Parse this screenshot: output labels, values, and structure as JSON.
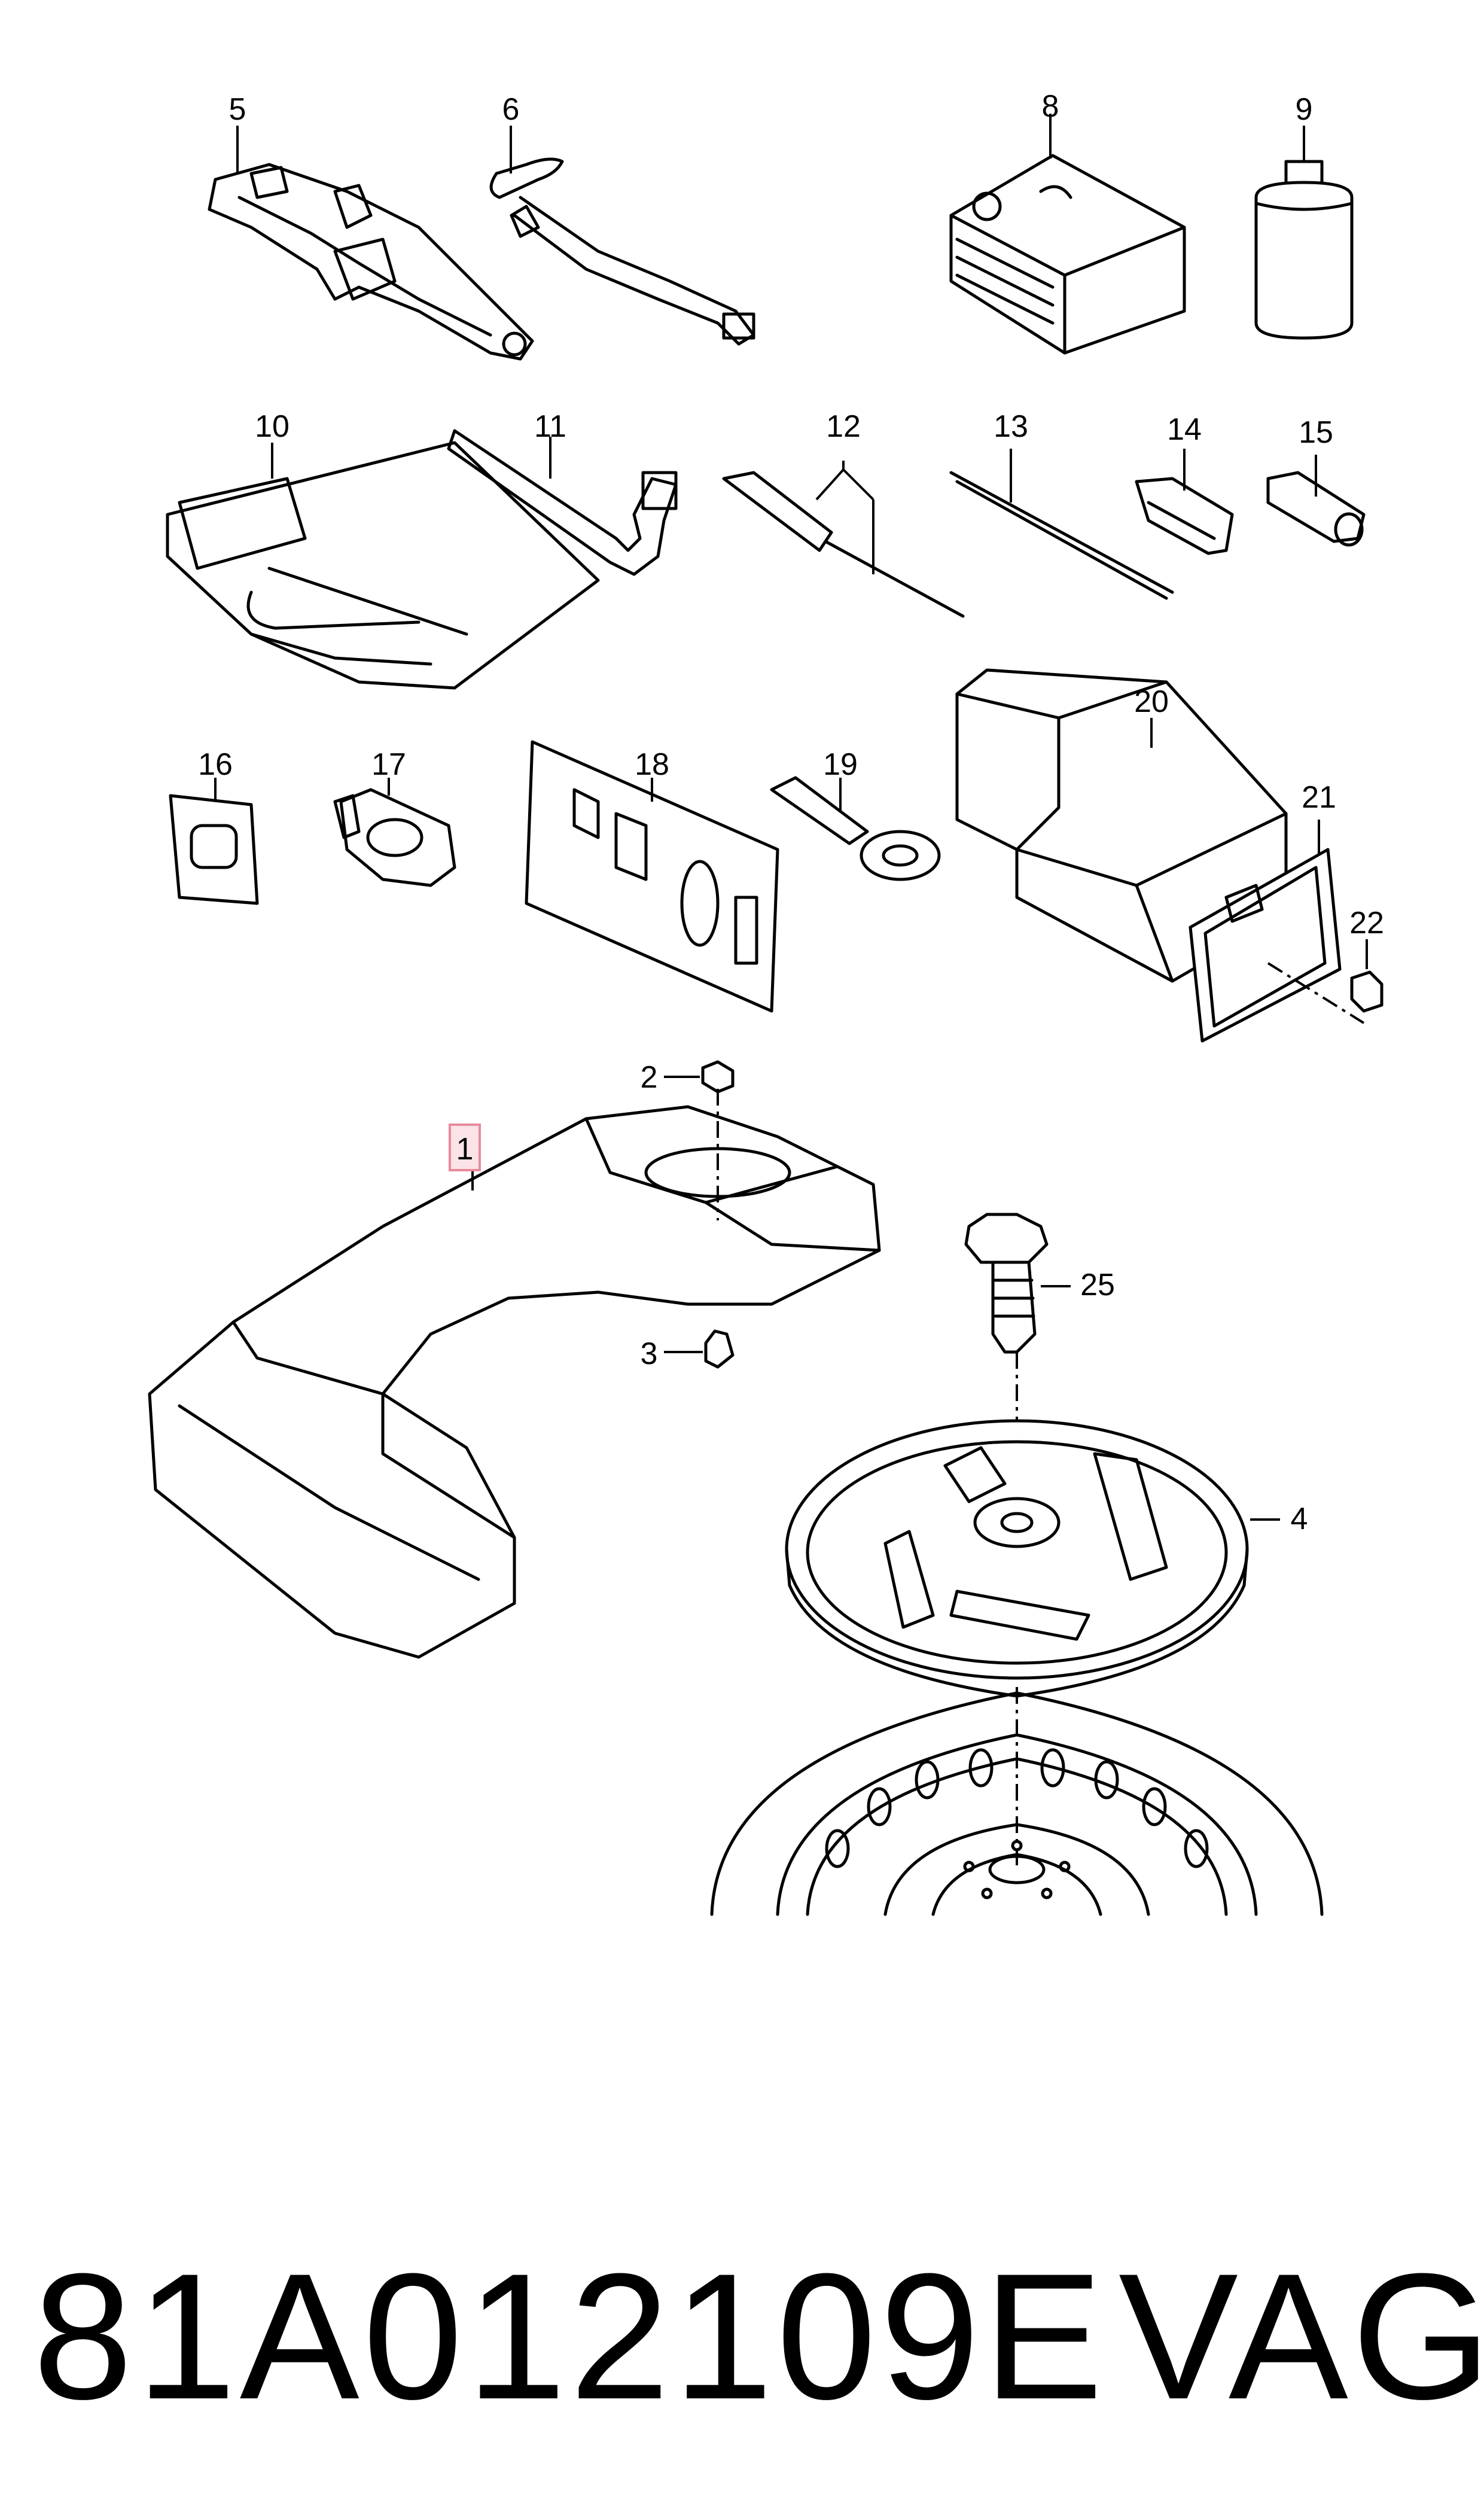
{
  "callouts": {
    "c1": "1",
    "c2": "2",
    "c3": "3",
    "c4": "4",
    "c5": "5",
    "c6": "6",
    "c8": "8",
    "c9": "9",
    "c10": "10",
    "c11": "11",
    "c12": "12",
    "c13": "13",
    "c14": "14",
    "c15": "15",
    "c16": "16",
    "c17": "17",
    "c18": "18",
    "c19": "19",
    "c20": "20",
    "c21": "21",
    "c22": "22",
    "c25": "25"
  },
  "footer": {
    "part_number": "81A012109E",
    "brand": "VAG"
  },
  "colors": {
    "line": "#000000",
    "background": "#ffffff",
    "highlight_box": "#e88a9a",
    "highlight_fill": "#fbe3e7"
  }
}
